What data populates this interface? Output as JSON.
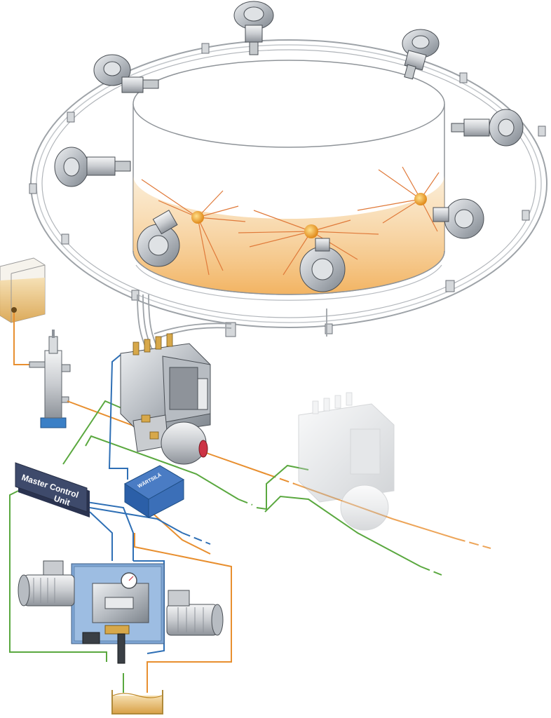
{
  "master_control_unit": {
    "line1": "Master Control",
    "line2": "Unit"
  },
  "feed_box_brand": "WÄRTSILÄ",
  "colors": {
    "signal_line": "#5aa83f",
    "feed_line": "#e88f2f",
    "hydraulic_line": "#2e6fb5",
    "oil_fill": "#e3b559",
    "unit_box": "#3e4a6b",
    "feed_box": "#2b5fa8"
  },
  "icons": {
    "oil_tank": "tank-icon",
    "injector": "lubrication-quill-icon",
    "pump_motor": "electric-motor-icon",
    "pressure_gauge": "gauge-icon"
  }
}
